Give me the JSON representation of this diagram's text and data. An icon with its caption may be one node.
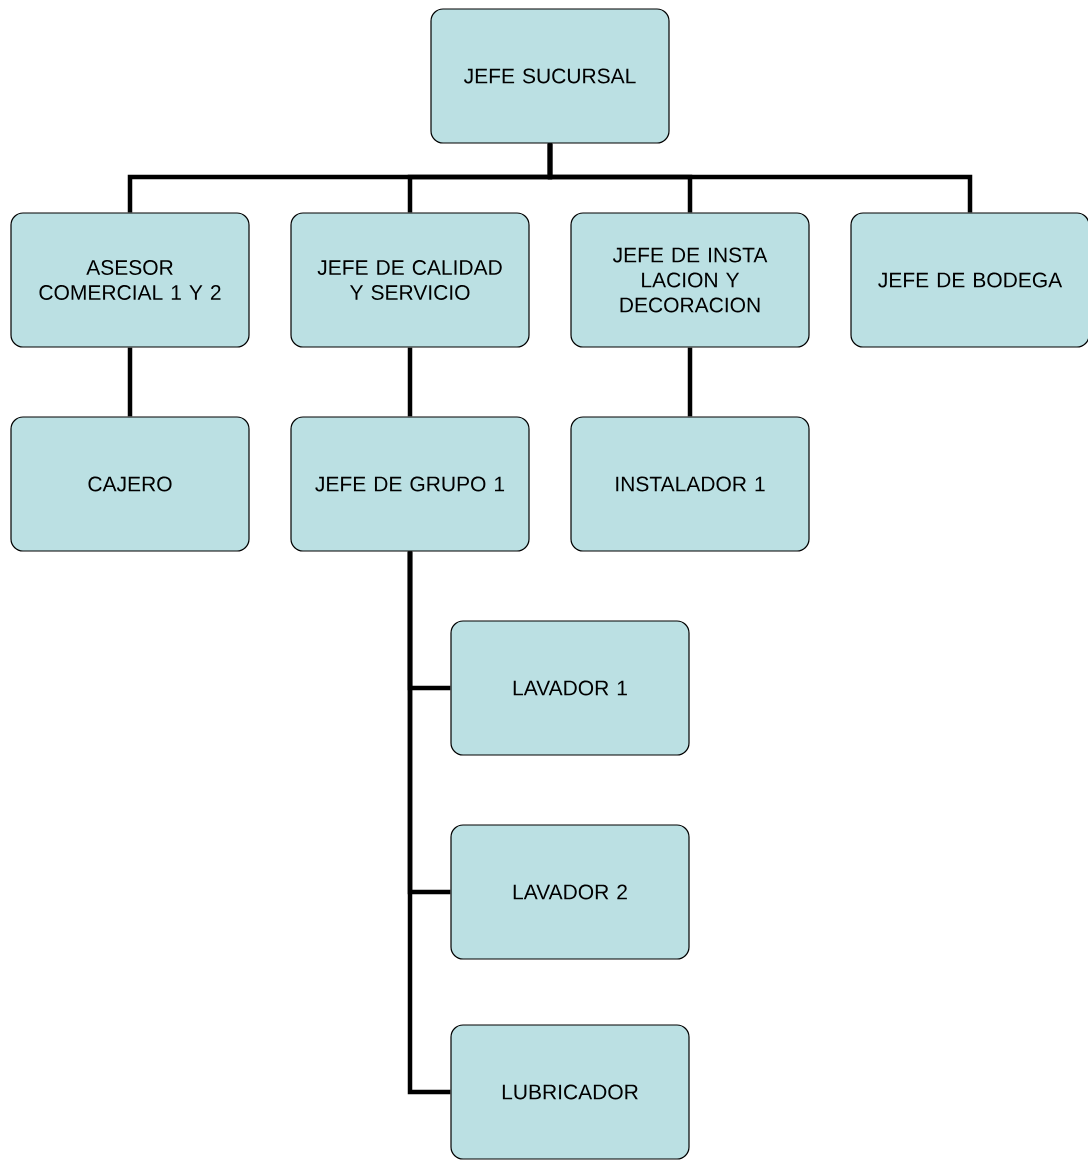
{
  "diagram": {
    "nodes": [
      {
        "text": [
          "JEFE SUCURSAL"
        ]
      },
      {
        "text": [
          "ASESOR COMERCIAL 1 Y 2"
        ]
      },
      {
        "text": [
          "JEFE DE CALIDAD Y SERVICIO"
        ]
      },
      {
        "text": [
          "JEFE DE INSTA LACION Y DECORACION"
        ]
      },
      {
        "text": [
          "JEFE DE BODEGA"
        ]
      },
      {
        "text": [
          "CAJERO"
        ]
      },
      {
        "text": [
          "JEFE DE GRUPO 1"
        ]
      },
      {
        "text": [
          "INSTALADOR 1"
        ]
      },
      {
        "text": [
          "LAVADOR 1"
        ]
      },
      {
        "text": [
          "LAVADOR 2"
        ]
      },
      {
        "text": [
          "LUBRICADOR"
        ]
      }
    ],
    "edges": [
      {
        "from": 0,
        "to": 1,
        "arrow": "none"
      },
      {
        "from": 0,
        "to": 2,
        "arrow": "none"
      },
      {
        "from": 0,
        "to": 3,
        "arrow": "none"
      },
      {
        "from": 0,
        "to": 4,
        "arrow": "none"
      },
      {
        "from": 1,
        "to": 5,
        "arrow": "none"
      },
      {
        "from": 2,
        "to": 6,
        "arrow": "none"
      },
      {
        "from": 3,
        "to": 7,
        "arrow": "none"
      },
      {
        "from": 6,
        "to": 8,
        "arrow": "none"
      },
      {
        "from": 6,
        "to": 9,
        "arrow": "none"
      },
      {
        "from": 6,
        "to": 10,
        "arrow": "none"
      }
    ]
  }
}
